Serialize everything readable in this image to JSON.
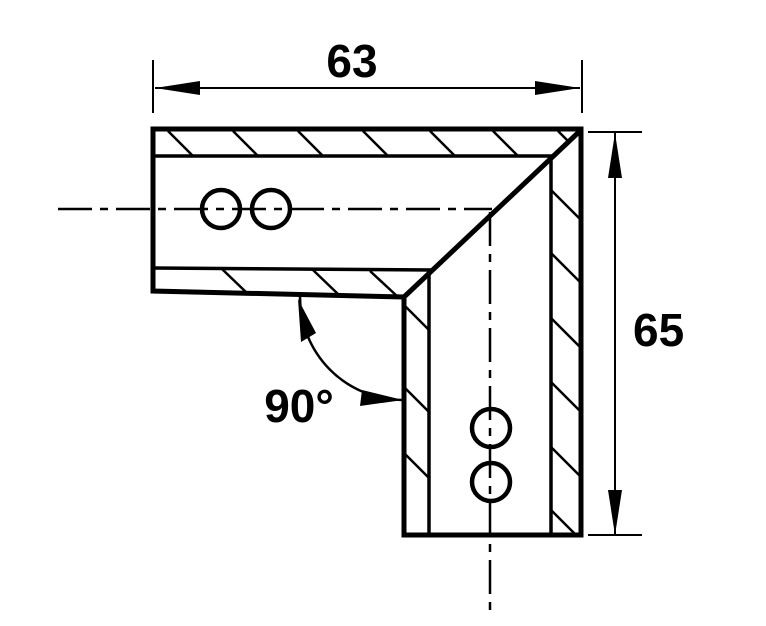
{
  "drawing": {
    "colors": {
      "line": "#000000",
      "background": "#ffffff"
    },
    "dimension_annotations": {
      "width": {
        "label": "63"
      },
      "height": {
        "label": "65"
      },
      "angle": {
        "label": "90°"
      }
    },
    "holes": {
      "horizontal_arm_count": 2,
      "vertical_arm_count": 2
    }
  }
}
